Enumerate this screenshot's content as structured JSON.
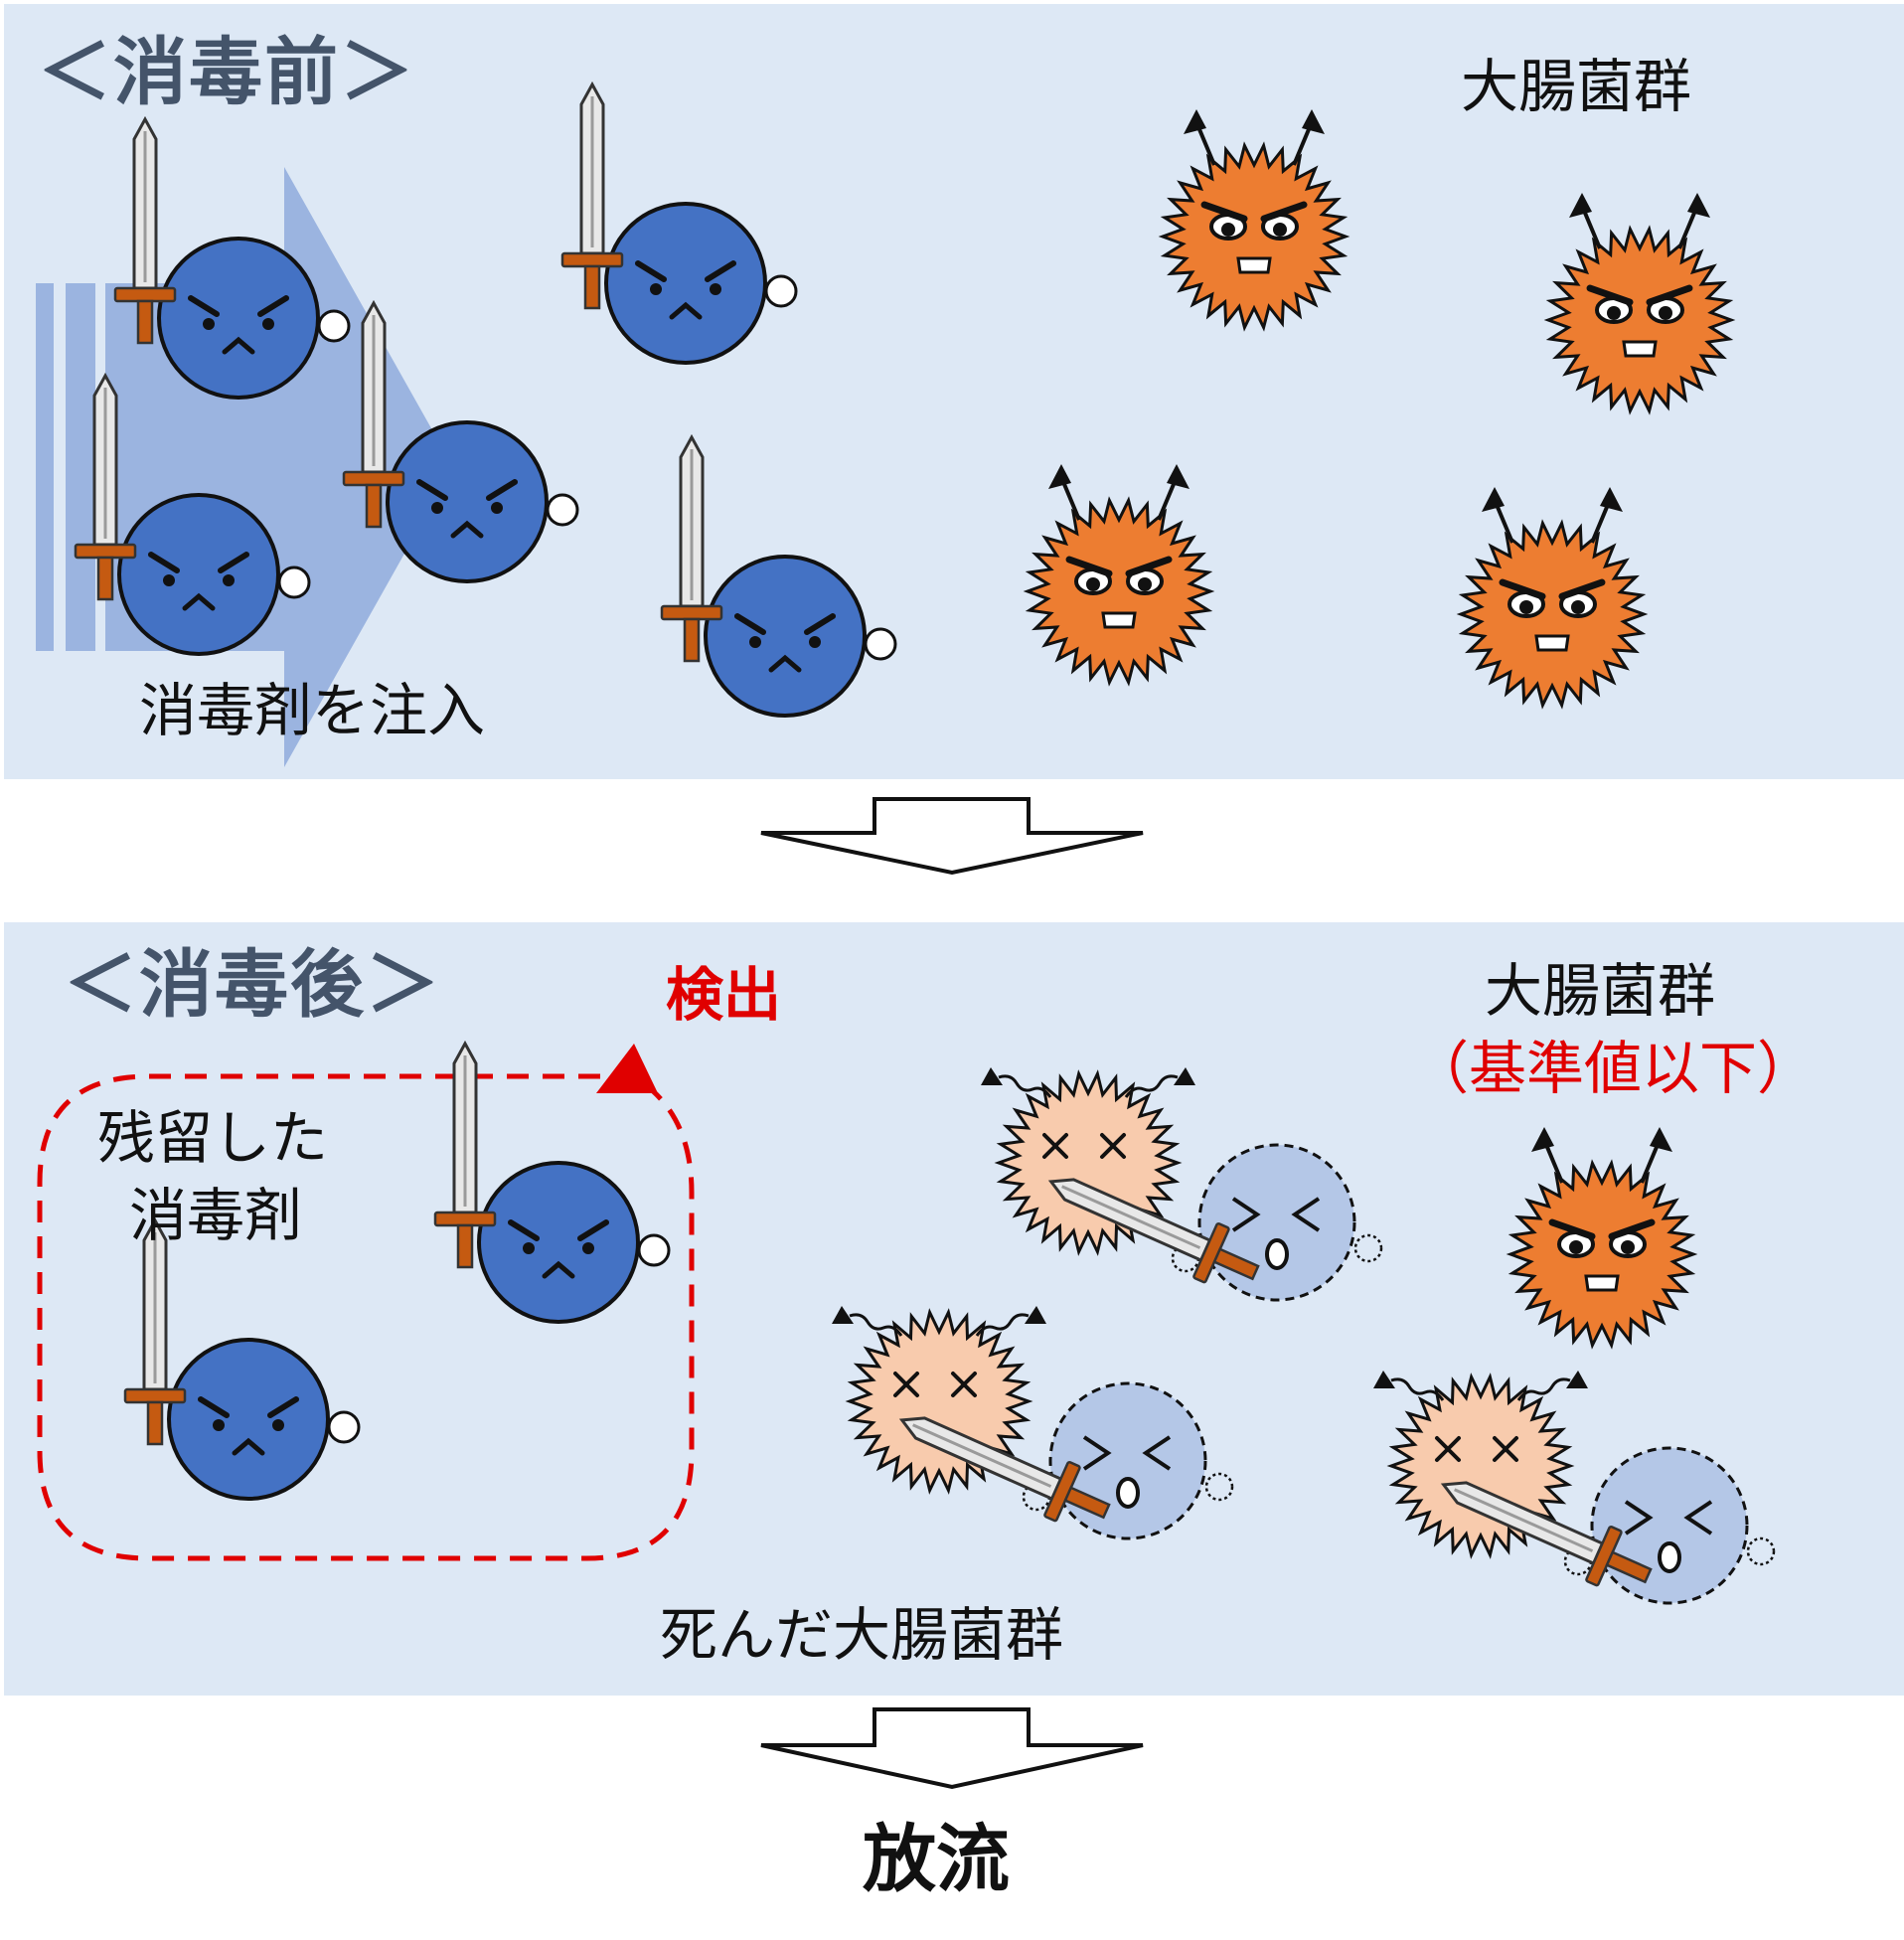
{
  "before": {
    "heading": "＜消毒前＞",
    "bacteria_label": "大腸菌群",
    "inject_label": "消毒剤を注入"
  },
  "after": {
    "heading": "＜消毒後＞",
    "detect_label": "検出",
    "bacteria_label": "大腸菌群",
    "bacteria_note": "（基準値以下）",
    "residual_label_line1": "残留した",
    "residual_label_line2": "消毒剤",
    "dead_label": "死んだ大腸菌群"
  },
  "final_label": "放流",
  "colors": {
    "panel_bg": "#dde8f5",
    "heading": "#44546a",
    "disinfectant_fill": "#4472c4",
    "bacteria_fill": "#ed7d31",
    "dead_bacteria_fill": "#f8cbad",
    "dead_disinfectant_fill": "#b4c7e7",
    "injection_arrow": "#8faadc",
    "detect_red": "#e00000",
    "sword_blade": "#e8e8e8",
    "sword_hilt": "#c55a11"
  },
  "icons": [
    "disinfectant-character-icon",
    "sword-icon",
    "bacteria-character-icon",
    "dead-bacteria-icon",
    "flow-down-arrow-icon"
  ]
}
